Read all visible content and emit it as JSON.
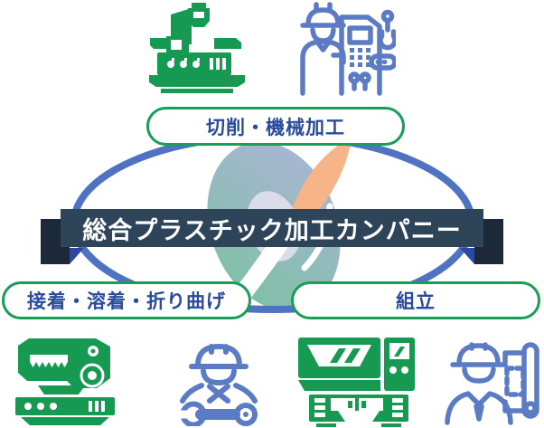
{
  "banner": {
    "title": "総合プラスチック加工カンパニー"
  },
  "processes": {
    "cutting": "切削・機械加工",
    "bonding": "接着・溶着・折り曲げ",
    "assembly": "組立"
  },
  "icons": {
    "top_left": "milling-machine",
    "top_right": "worker-with-cnc-and-robot-arm",
    "bottom_left": "bonding-welding-machine",
    "bottom_mid_left": "worker-with-wrench",
    "bottom_mid_right": "cnc-machining-center",
    "bottom_right": "worker-with-blueprint"
  },
  "colors": {
    "icon_green": "#169a52",
    "icon_blue": "#5b7cc4",
    "pill_border_green": "#189e56",
    "pill_text_blue": "#2a4a9e",
    "banner_navy": "#2e4459",
    "ribbon_cap_dark": "#1c2938",
    "ribbon_fold_blue": "#2b49a4",
    "ellipse_blue": "#4f73c1",
    "logo_green": "#72bf9a",
    "logo_periwinkle": "#abb0d9",
    "logo_orange": "#f8b083"
  }
}
